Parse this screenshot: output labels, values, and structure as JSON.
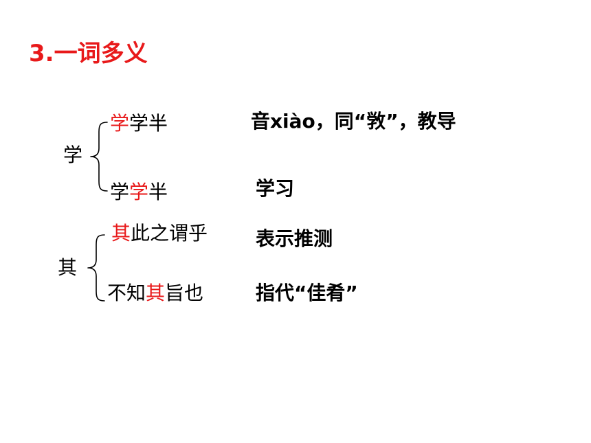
{
  "title": "3.一词多义",
  "groups": [
    {
      "head": "学",
      "items": [
        {
          "pre": "",
          "hl": "学",
          "post": "学半",
          "meaning": "音xiào，同“敩”，教导"
        },
        {
          "pre": "学",
          "hl": "学",
          "post": "半",
          "meaning": "学习"
        }
      ]
    },
    {
      "head": "其",
      "items": [
        {
          "pre": "",
          "hl": "其",
          "post": "此之谓乎",
          "meaning": "表示推测"
        },
        {
          "pre": "不知",
          "hl": "其",
          "post": "旨也",
          "meaning": "指代“佳肴”"
        }
      ]
    }
  ],
  "colors": {
    "accent": "#e8191a",
    "text": "#000000",
    "background": "#ffffff"
  }
}
